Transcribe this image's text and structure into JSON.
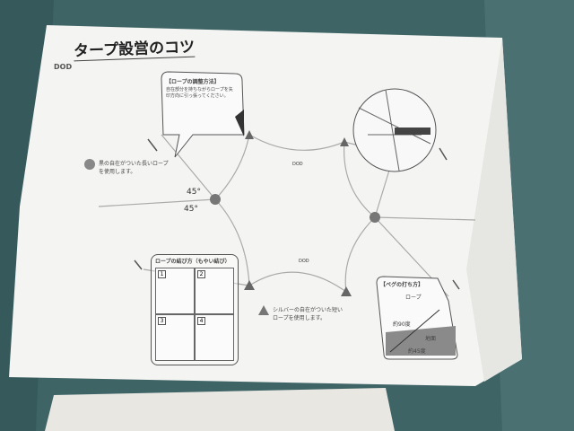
{
  "sheet": {
    "logo_text": "DOD",
    "title": "タープ設営のコツ",
    "rope_adjust": {
      "heading": "【ロープの調整方法】",
      "text": "自在部分を持ちながらロープを矢印方向に引っ張ってください。"
    },
    "long_rope_note": "黒の自在がついた長いロープを使用します。",
    "short_rope_note": "シルバーの自在がついた短いロープを使用します。",
    "angle_labels": [
      "45°",
      "45°"
    ],
    "knot": {
      "heading": "ロープの結び方（もやい結び）",
      "steps": [
        "1",
        "2",
        "3",
        "4"
      ]
    },
    "peg": {
      "heading": "【ペグの打ち方】",
      "rope_label": "ロープ",
      "ground_label": "地面",
      "angle_label": "約45度",
      "angle_label_2": "約90度"
    },
    "pole_logo": "DOD"
  },
  "colors": {
    "fabric": "#3f6466",
    "paper": "#f4f4f2",
    "marker_gray": "#777777"
  }
}
